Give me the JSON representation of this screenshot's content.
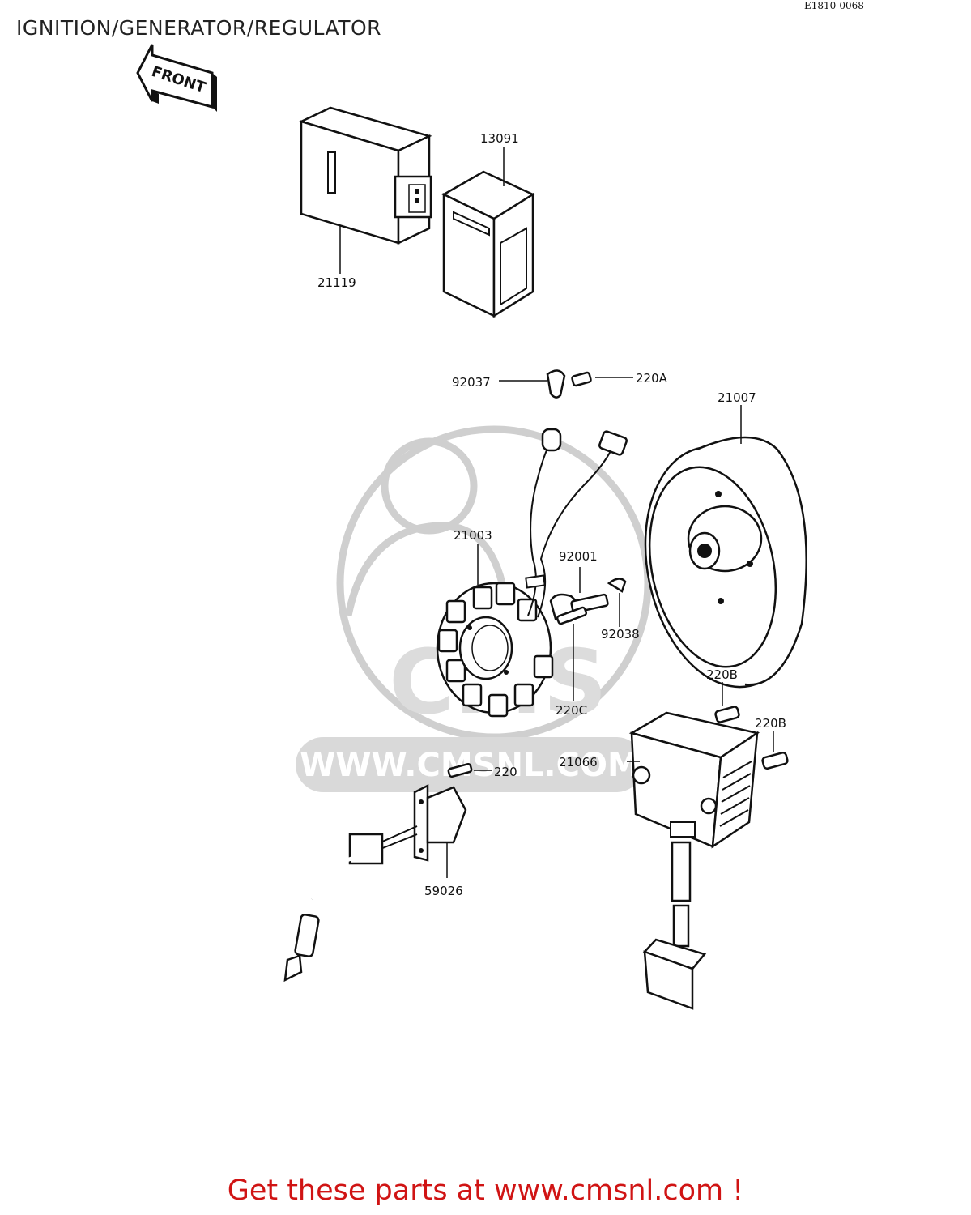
{
  "header": {
    "title": "IGNITION/GENERATOR/REGULATOR",
    "diagram_code": "E1810-0068"
  },
  "arrow": {
    "label": "FRONT"
  },
  "parts": {
    "p21119": "21119",
    "p13091": "13091",
    "p92037": "92037",
    "p220A": "220A",
    "p21007": "21007",
    "p21003": "21003",
    "p92001": "92001",
    "p92038": "92038",
    "p220C": "220C",
    "p220B_top": "220B",
    "p220B_right": "220B",
    "p21066": "21066",
    "p220": "220",
    "p59026": "59026"
  },
  "watermark": {
    "text": "WWW.CMSNL.COM",
    "logo": "CMS"
  },
  "footer": {
    "text": "Get these parts at www.cmsnl.com !"
  },
  "colors": {
    "footer": "#d01414",
    "line": "#111111",
    "watermark": "#d6d6d6"
  }
}
